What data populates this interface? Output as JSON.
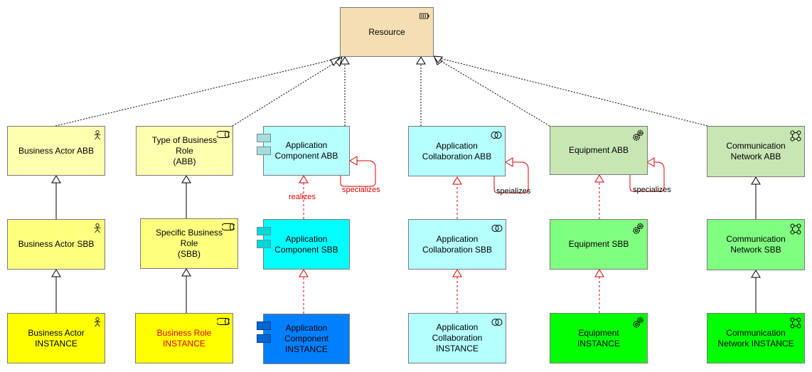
{
  "colors": {
    "resource": "#f5deb3",
    "abb_yellow": "#ffffb0",
    "sbb_yellow": "#ffff80",
    "instance_yellow": "#ffff00",
    "app_light": "#b5ffff",
    "app_sbb": "#00ffff",
    "app_instance": "#0080ff",
    "equip_abb": "#c8e6b4",
    "equip_sbb": "#80ff80",
    "equip_instance": "#00ff00",
    "red_text": "#e00000",
    "realization_red": "#e00000"
  },
  "nodes": {
    "resource": {
      "label": "Resource",
      "icon": "resource-icon"
    },
    "business_actor_abb": {
      "label": "Business Actor ABB",
      "icon": "actor-icon"
    },
    "business_actor_sbb": {
      "label": "Business Actor SBB",
      "icon": "actor-icon"
    },
    "business_actor_instance": {
      "label": "Business Actor\nINSTANCE",
      "icon": "actor-icon"
    },
    "business_role_abb": {
      "label": "Type of Business Role\n(ABB)",
      "icon": "role-icon"
    },
    "business_role_sbb": {
      "label": "Specific Business Role\n(SBB)",
      "icon": "role-icon"
    },
    "business_role_instance": {
      "label": "Business Role INSTANCE",
      "icon": "role-icon"
    },
    "app_component_abb": {
      "label": "Application\nComponent ABB",
      "icon": "component-icon"
    },
    "app_component_sbb": {
      "label": "Application\nComponent SBB",
      "icon": "component-icon"
    },
    "app_component_instance": {
      "label": "Application\nComponent\nINSTANCE",
      "icon": "component-icon"
    },
    "app_collab_abb": {
      "label": "Application\nCollaboration ABB",
      "icon": "collaboration-icon"
    },
    "app_collab_sbb": {
      "label": "Application\nCollaboration SBB",
      "icon": "collaboration-icon"
    },
    "app_collab_instance": {
      "label": "Application\nCollaboration INSTANCE",
      "icon": "collaboration-icon"
    },
    "equipment_abb": {
      "label": "Equipment ABB",
      "icon": "gears-icon"
    },
    "equipment_sbb": {
      "label": "Equipment SBB",
      "icon": "gears-icon"
    },
    "equipment_instance": {
      "label": "Equipment INSTANCE",
      "icon": "gears-icon"
    },
    "comm_network_abb": {
      "label": "Communication\nNetwork ABB",
      "icon": "network-icon"
    },
    "comm_network_sbb": {
      "label": "Communication\nNetwork SBB",
      "icon": "network-icon"
    },
    "comm_network_instance": {
      "label": "Communication\nNetwork INSTANCE",
      "icon": "network-icon"
    }
  },
  "edge_labels": {
    "realizes": "realizes",
    "specializes_app_component": "specializes",
    "specializes_app_collab": "speializes",
    "specializes_equipment": "specializes"
  }
}
